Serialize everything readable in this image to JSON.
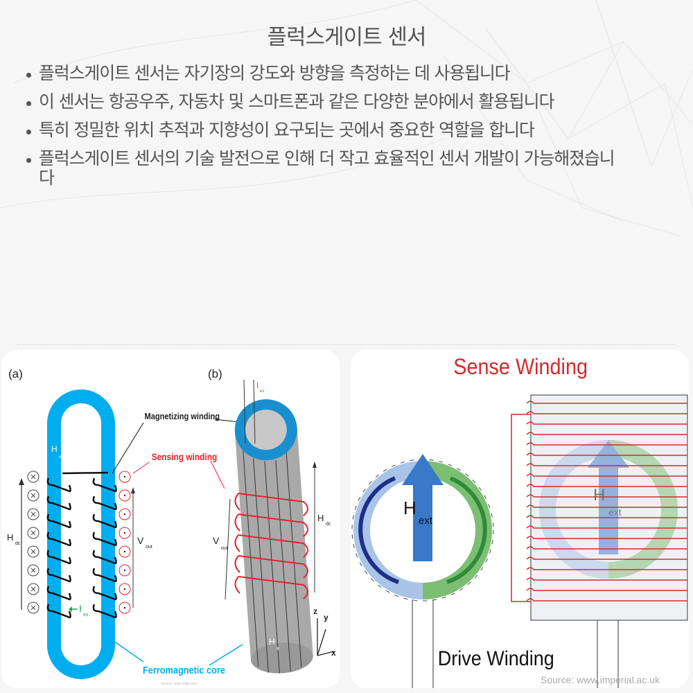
{
  "slide": {
    "title": "플럭스게이트 센서",
    "bullets": [
      "플럭스게이트 센서는 자기장의 강도와 방향을 측정하는 데 사용됩니다",
      "이 센서는 항공우주, 자동차 및 스마트폰과 같은 다양한 분야에서 활용됩니다",
      "특히 정밀한 위치 추적과 지향성이 요구되는 곳에서 중요한 역할을 합니다",
      "플럭스게이트 센서의 기술 발전으로 인해 더 작고 효율적인 센서 개발이 가능해졌습니다"
    ]
  },
  "figure_left": {
    "panel_a": "(a)",
    "panel_b": "(b)",
    "magnetizing_winding": "Magnetizing winding",
    "sensing_winding": "Sensing winding",
    "ferromagnetic_core": "Ferromagnetic core",
    "h_dc": "H",
    "h_dc_sub": "dc",
    "h_ex": "H",
    "h_ex_sub": "ex",
    "v_out": "V",
    "v_out_sub": "out",
    "i_ex": "I",
    "i_ex_sub": "ex",
    "h_phi": "H",
    "h_phi_sub": "φ",
    "axis_x": "x",
    "axis_y": "y",
    "axis_z": "z",
    "source": "Source: www.mdpi.com",
    "colors": {
      "core": "#00aeef",
      "sensing": "#e8202a",
      "current": "#1aa64a"
    }
  },
  "figure_right": {
    "sense_winding": "Sense Winding",
    "drive_winding": "Drive Winding",
    "h_ext": "H",
    "h_ext_sub": "ext",
    "source": "Source: www.imperial.ac.uk",
    "colors": {
      "sense": "#d42a2a",
      "arrow": "#3a78c8",
      "left_half": "#1c2f8a",
      "right_half": "#2e8b3a"
    }
  }
}
